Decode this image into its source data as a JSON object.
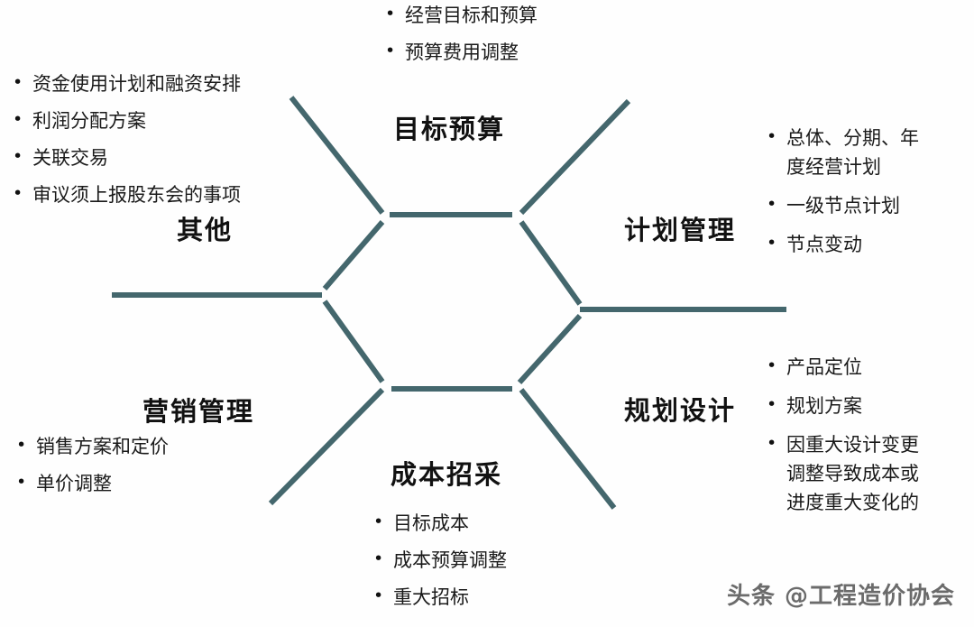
{
  "diagram": {
    "type": "hexagon-radial-fishbone",
    "line_color": "#44676d",
    "background_color": "#fefefe",
    "text_color": "#111111"
  },
  "branches": {
    "budget": {
      "label": "目标预算",
      "items": [
        "经营目标和预算",
        "预算费用调整"
      ]
    },
    "other": {
      "label": "其他",
      "items": [
        "资金使用计划和融资安排",
        "利润分配方案",
        "关联交易",
        "审议须上报股东会的事项"
      ]
    },
    "plan": {
      "label": "计划管理",
      "items": [
        "总体、分期、年\n度经营计划",
        "一级节点计划",
        "节点变动"
      ]
    },
    "design": {
      "label": "规划设计",
      "items": [
        "产品定位",
        "规划方案",
        "因重大设计变更\n调整导致成本或\n进度重大变化的"
      ]
    },
    "marketing": {
      "label": "营销管理",
      "items": [
        "销售方案和定价",
        "单价调整"
      ]
    },
    "cost": {
      "label": "成本招采",
      "items": [
        "目标成本",
        "成本预算调整",
        "重大招标"
      ]
    }
  },
  "watermark": {
    "text": "头条 @工程造价协会"
  }
}
